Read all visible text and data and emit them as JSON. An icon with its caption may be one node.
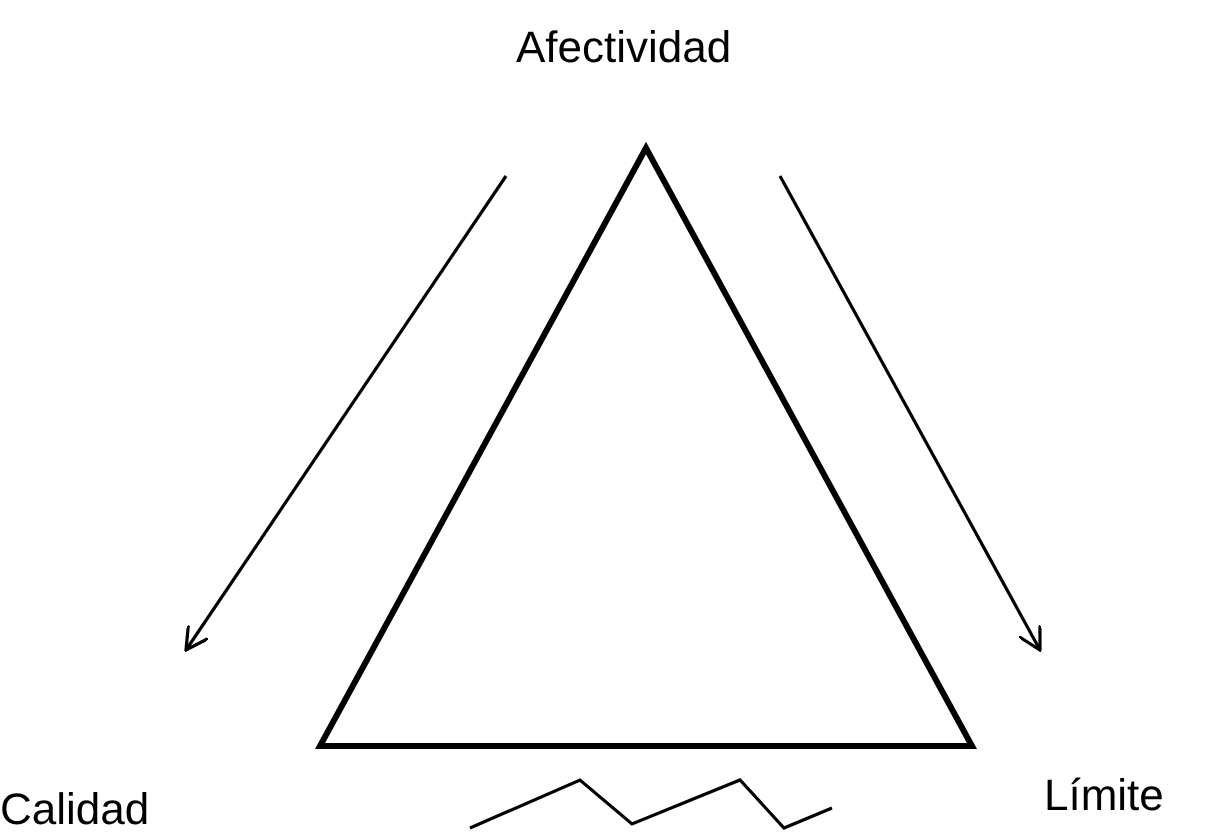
{
  "diagram": {
    "nodes": [
      {
        "text": [
          "Afectividad"
        ]
      },
      {
        "text": [
          "Calidad"
        ]
      },
      {
        "text": [
          "Límite"
        ]
      }
    ],
    "edges": [
      {
        "from": 0,
        "to": 1,
        "arrow": "to"
      },
      {
        "from": 0,
        "to": 2,
        "arrow": "to"
      }
    ]
  }
}
